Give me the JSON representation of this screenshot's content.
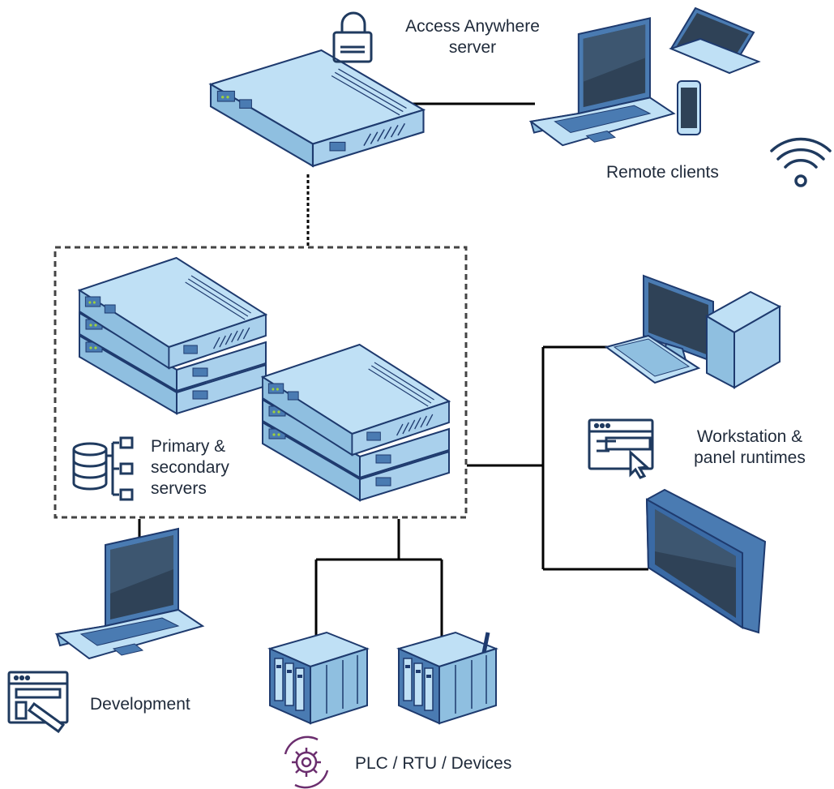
{
  "labels": {
    "access_anywhere": [
      "Access Anywhere",
      "server"
    ],
    "remote_clients": "Remote clients",
    "servers": [
      "Primary &",
      "secondary",
      "servers"
    ],
    "workstation": [
      "Workstation &",
      "panel runtimes"
    ],
    "development": "Development",
    "plc": "PLC / RTU / Devices"
  },
  "colors": {
    "device_light": "#bfe0f5",
    "device_mid": "#8fbfe0",
    "device_dark": "#4a7bb2",
    "outline": "#1e3a6e",
    "screen": "#2f4257",
    "line": "#000000",
    "icon": "#1f3a5f",
    "gear": "#6b2e6e"
  },
  "icons": [
    "lock-icon",
    "wifi-icon",
    "database-icon",
    "browser-cursor-icon",
    "browser-pen-icon",
    "gear-cycle-icon"
  ]
}
